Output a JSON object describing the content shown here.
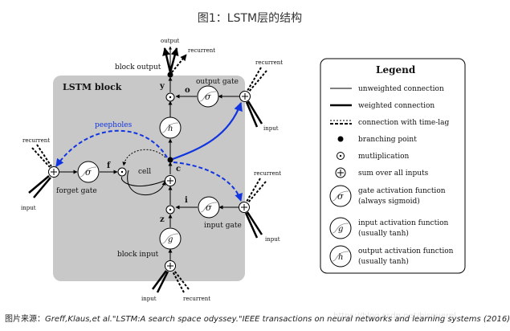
{
  "figure_title": "图1：LSTM层的结构",
  "block": {
    "title": "LSTM block"
  },
  "labels": {
    "block_output": "block output",
    "output": "output",
    "recurrent": "recurrent",
    "input": "input",
    "output_gate": "output gate",
    "forget_gate": "forget gate",
    "input_gate": "input gate",
    "block_input": "block input",
    "cell": "cell",
    "peepholes": "peepholes",
    "y": "y",
    "o": "o",
    "c": "c",
    "f": "f",
    "i": "i",
    "z": "z",
    "sigma": "σ",
    "g": "g",
    "h": "h"
  },
  "legend": {
    "title": "Legend",
    "items": [
      "unweighted connection",
      "weighted connection",
      "connection with time-lag",
      "branching point",
      "mutliplication",
      "sum over all inputs",
      "gate activation function",
      "(always sigmoid)",
      "input activation function",
      "(usually tanh)",
      "output activation function",
      "(usually tanh)"
    ]
  },
  "source": {
    "prefix": "图片来源：",
    "citation": "Greff,Klaus,et al.\"LSTM:A search space odyssey.\"IEEE transactions on neural networks and learning systems (2016)"
  },
  "watermark": "https://blog.csdn.net/bjsquerel",
  "colors": {
    "accent": "#1034e0",
    "block_bg": "#c8c8c8",
    "line": "#000000"
  }
}
